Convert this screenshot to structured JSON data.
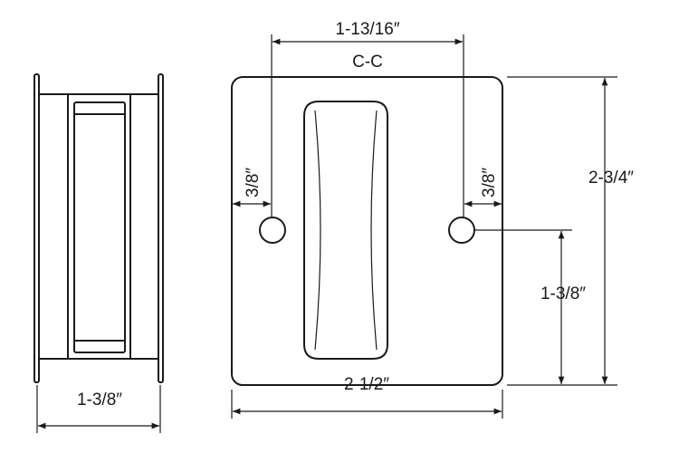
{
  "dimensions": {
    "center_to_center": "1-13/16″",
    "center_to_center_label": "C-C",
    "left_hole_offset": "3/8″",
    "right_hole_offset": "3/8″",
    "plate_height": "2-3/4″",
    "hole_height": "1-3/8″",
    "plate_width": "2-1/2″",
    "side_depth": "1-3/8″"
  },
  "colors": {
    "line": "#1a1a1a",
    "background": "#ffffff"
  }
}
